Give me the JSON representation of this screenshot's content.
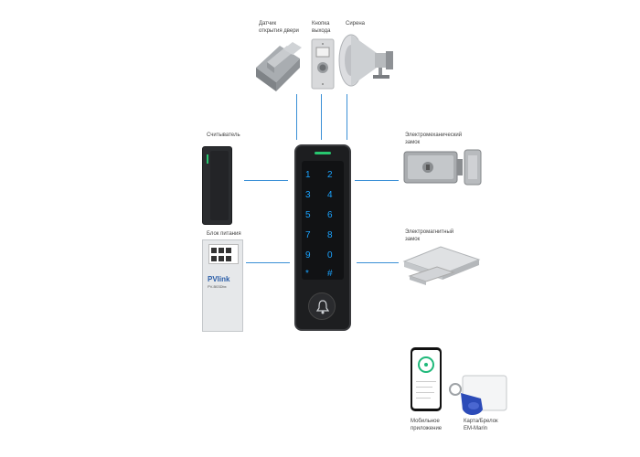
{
  "labels": {
    "door_sensor": "Датчик\nоткрытия двери",
    "exit_button": "Кнопка\nвыхода",
    "siren": "Сирена",
    "reader": "Считыватель",
    "power_supply": "Блок питания",
    "electromech_lock": "Электромеханический\nзамок",
    "electromag_lock": "Электромагнитный\nзамок",
    "mobile_app": "Мобильное\nприложение",
    "card_fob": "Карта/Брелок\nEM-Marin"
  },
  "power_brand": "PVlink",
  "power_model": "PV-B03Dbx",
  "keypad": [
    "1",
    "2",
    "3",
    "4",
    "5",
    "6",
    "7",
    "8",
    "9",
    "0",
    "*",
    "#"
  ],
  "colors": {
    "keypad_glow": "#1aa3ff",
    "indicator": "#28c76f",
    "connector": "#3a8fd6",
    "app_ring": "#1fb97a"
  },
  "icons": {
    "bell": "bell-icon",
    "fob_logo": "fob-logo"
  }
}
